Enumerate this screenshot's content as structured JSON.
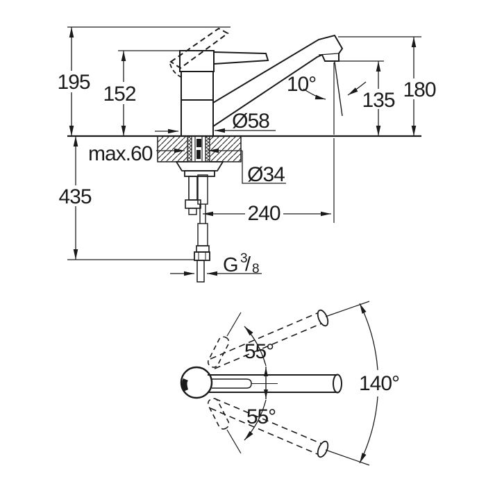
{
  "drawing_title": "faucet-installation-dimension-drawing",
  "side_view": {
    "dim_total_height": "195",
    "dim_body_height": "152",
    "dim_spout_tip_height": "180",
    "dim_outlet_height": "135",
    "angle_outlet": "10°",
    "dia_base": "Ø58",
    "label_max_counter_thickness": "max.60",
    "dia_mounting_hole": "Ø34",
    "dim_below_counter_length": "435",
    "dim_projection_reach": "240",
    "thread": {
      "g": "G",
      "numerator": "3",
      "slash": "/",
      "denominator": "8"
    }
  },
  "top_view": {
    "angle_swivel_upper": "55°",
    "angle_swivel_lower": "55°",
    "angle_swivel_total": "140°"
  },
  "colors": {
    "line": "#1a1a1a",
    "background": "#ffffff"
  }
}
